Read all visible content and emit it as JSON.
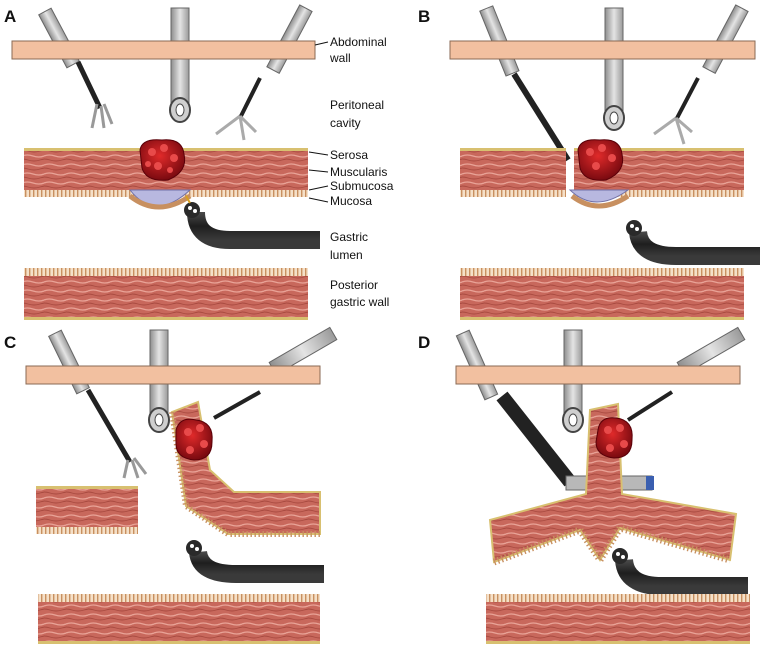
{
  "panels": {
    "a": "A",
    "b": "B",
    "c": "C",
    "d": "D"
  },
  "labels": {
    "abdominal_wall_1": "Abdominal",
    "abdominal_wall_2": "wall",
    "peritoneal_1": "Peritoneal",
    "peritoneal_2": "cavity",
    "serosa": "Serosa",
    "muscularis": "Muscularis",
    "submucosa": "Submucosa",
    "mucosa": "Mucosa",
    "gastric_lumen_1": "Gastric",
    "gastric_lumen_2": "lumen",
    "posterior_1": "Posterior",
    "posterior_2": "gastric wall"
  },
  "colors": {
    "abdominal_wall": "#f2c0a0",
    "muscle": "#c8685c",
    "muscle_fiber": "#e89a8c",
    "serosa": "#d8c070",
    "mucosa": "#d9a878",
    "tumor": "#b0121c",
    "submucosa_bulge": "#b8b8e0",
    "endoscope": "#2a2a2a",
    "instrument": "#a8a8a8"
  }
}
